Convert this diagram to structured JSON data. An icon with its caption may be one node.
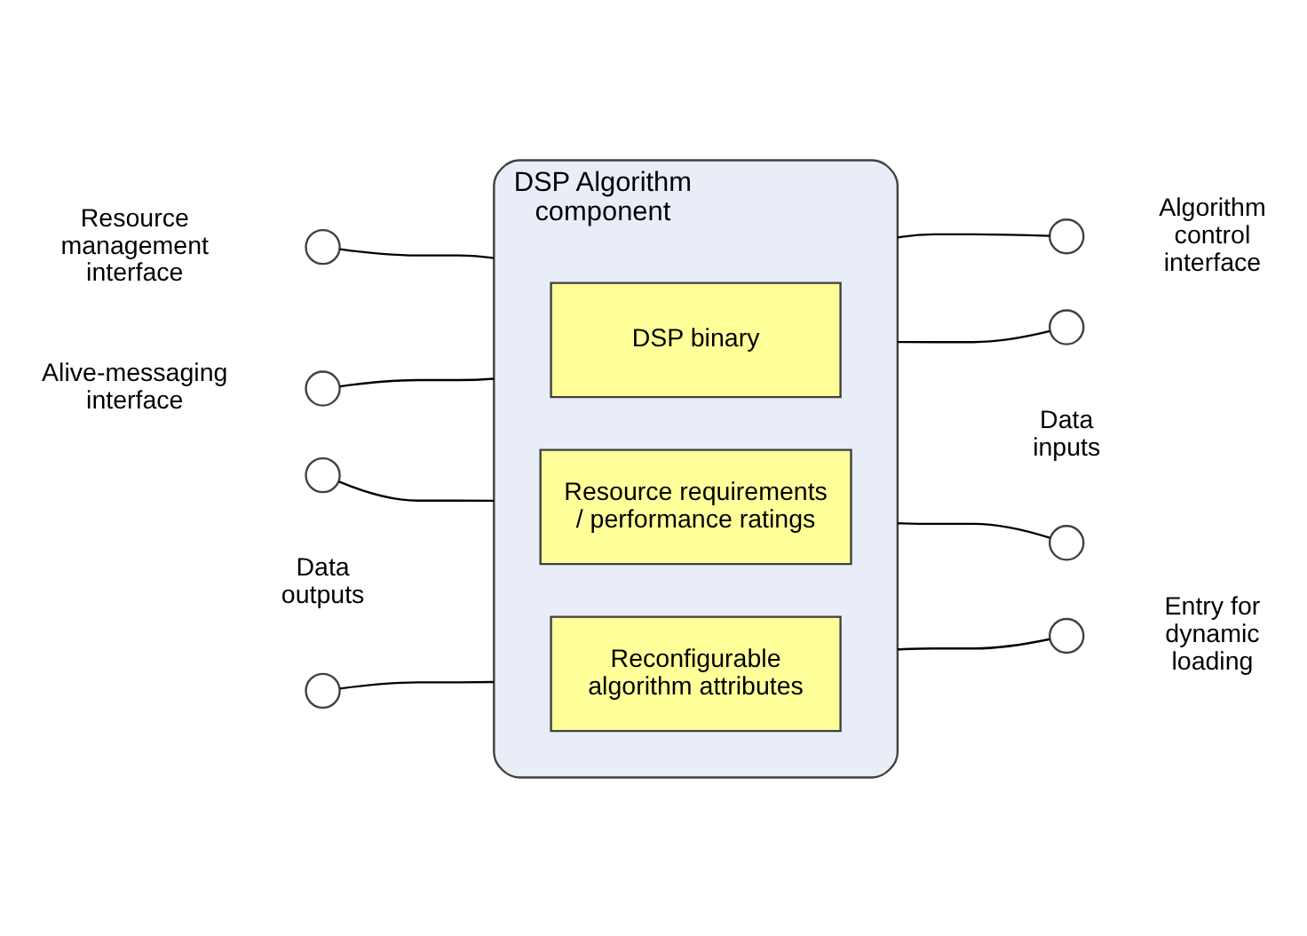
{
  "diagram": {
    "nodes": [
      {
        "text": [
          "DSP Algorithm component"
        ]
      },
      {
        "text": [
          "DSP binary"
        ],
        "in": 0
      },
      {
        "text": [
          "Resource requirements / performance ratings"
        ],
        "in": 0
      },
      {
        "text": [
          "Reconfigurable algorithm attributes"
        ],
        "in": 0
      },
      {
        "text": [],
        "shape": "circle",
        "beside": [
          "Resource management interface"
        ]
      },
      {
        "text": [],
        "shape": "circle",
        "beside": [
          "Alive-messaging interface"
        ]
      },
      {
        "text": [],
        "shape": "circle"
      },
      {
        "text": [],
        "shape": "circle"
      },
      {
        "text": [],
        "shape": "circle",
        "beside": [
          "Algorithm control interface"
        ]
      },
      {
        "text": [],
        "shape": "circle"
      },
      {
        "text": [],
        "shape": "circle"
      },
      {
        "text": [],
        "shape": "circle",
        "beside": [
          "Entry for dynamic loading"
        ]
      }
    ],
    "edges": [
      {
        "from": 4,
        "to": 0,
        "arrow": "none"
      },
      {
        "from": 5,
        "to": 0,
        "arrow": "none"
      },
      {
        "from": 6,
        "to": 0,
        "arrow": "none"
      },
      {
        "from": 7,
        "to": 0,
        "arrow": "none"
      },
      {
        "from": 0,
        "to": 8,
        "arrow": "none"
      },
      {
        "from": 0,
        "to": 9,
        "arrow": "none"
      },
      {
        "from": 0,
        "to": 10,
        "arrow": "none"
      },
      {
        "from": 0,
        "to": 11,
        "arrow": "none"
      }
    ],
    "labels": [
      "Data outputs",
      "Data inputs"
    ]
  }
}
